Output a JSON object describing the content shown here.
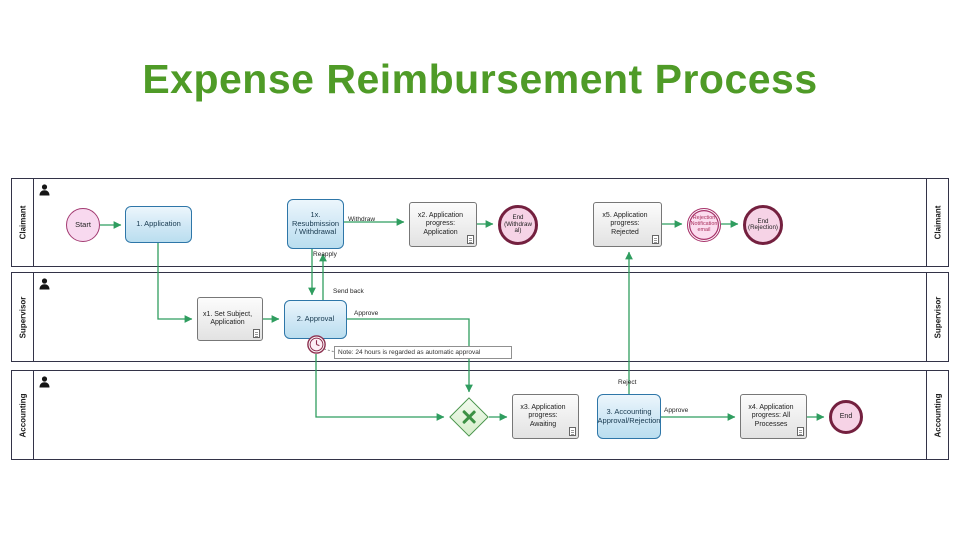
{
  "title": "Expense Reimbursement Process",
  "lanes": {
    "claimant": "Claimant",
    "supervisor": "Supervisor",
    "accounting": "Accounting"
  },
  "nodes": {
    "start": "Start",
    "application": "1. Application",
    "resubmission": "1x. Resubmission / Withdrawal",
    "progress_application": "x2. Application progress: Application",
    "end_withdrawal": "End (Withdrawal)",
    "progress_rejected": "x5. Application progress: Rejected",
    "rejection_email": "Rejection Notification email",
    "end_rejection": "End (Rejection)",
    "set_subject": "x1. Set Subject, Application",
    "approval": "2. Approval",
    "note": "Note: 24 hours is regarded as automatic approval",
    "progress_awaiting": "x3. Application progress: Awaiting",
    "accounting_approval": "3. Accounting Approval/Rejection",
    "progress_all": "x4. Application progress: All Processes",
    "end": "End"
  },
  "edges": {
    "withdraw": "Withdraw",
    "reapply": "Reapply",
    "send_back": "Send back",
    "approve_supervisor": "Approve",
    "reject": "Reject",
    "approve_accounting": "Approve"
  },
  "colors": {
    "title_green": "#4f9b27",
    "flow_green": "#2f9d5f",
    "task_blue_border": "#2e76a8",
    "event_maroon": "#74203f",
    "lane_border": "#333348"
  }
}
